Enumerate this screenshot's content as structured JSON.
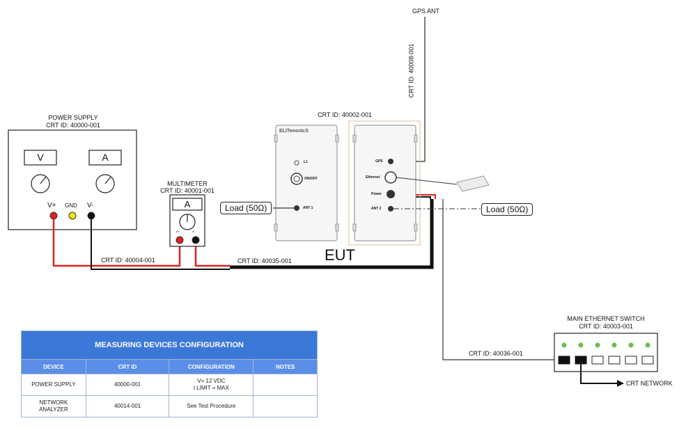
{
  "gps_ant": {
    "label": "GPS ANT",
    "cable_label": "CRT ID: 40008-001"
  },
  "power_supply": {
    "title": "POWER SUPPLY",
    "crt_id": "CRT ID: 40000-001",
    "meter_v": "V",
    "meter_a": "A",
    "terminal_vplus": "V+",
    "terminal_gnd": "GND",
    "terminal_vminus": "V-"
  },
  "multimeter": {
    "title": "MULTIMETER",
    "crt_id": "CRT ID: 40001-001",
    "display": "A",
    "port_left": "A+",
    "port_right": "A-"
  },
  "eut": {
    "crt_id": "CRT ID: 40002-001",
    "label": "EUT",
    "brand": "ELITeoonicS",
    "l1": "L1",
    "onoff": "ON/OFF",
    "ant1": "ANT 1",
    "gps": "GPS",
    "ethernet": "Ethernet",
    "power": "Power",
    "ant2": "ANT 2"
  },
  "loads": {
    "left": "Load (50Ω)",
    "right": "Load (50Ω)"
  },
  "cables": {
    "c40004": "CRT ID: 40004-001",
    "c40035": "CRT ID: 40035-001",
    "c40036": "CRT ID: 40036-001"
  },
  "ethernet_switch": {
    "title": "MAIN ETHERNET SWITCH",
    "crt_id": "CRT ID: 40003-001",
    "crt_network": "CRT NETWORK"
  },
  "table": {
    "title": "MEASURING DEVICES CONFIGURATION",
    "headers": [
      "DEVICE",
      "CRT ID",
      "CONFIGURATION",
      "NOTES"
    ],
    "rows": [
      {
        "device": "POWER SUPPLY",
        "crt_id": "40000-001",
        "config_1": "V= 12 VDC",
        "config_2": "I LIMIT = MAX",
        "notes": ""
      },
      {
        "device_1": "NETWORK",
        "device_2": "ANALYZER",
        "crt_id": "40014-001",
        "config": "See Test Procedure",
        "notes": ""
      }
    ]
  },
  "colors": {
    "positive_wire": "#e02020",
    "negative_wire": "#111111",
    "table_header": "#3c78d8",
    "led_green": "#6abf4b",
    "gnd_terminal": "#f2e600"
  }
}
